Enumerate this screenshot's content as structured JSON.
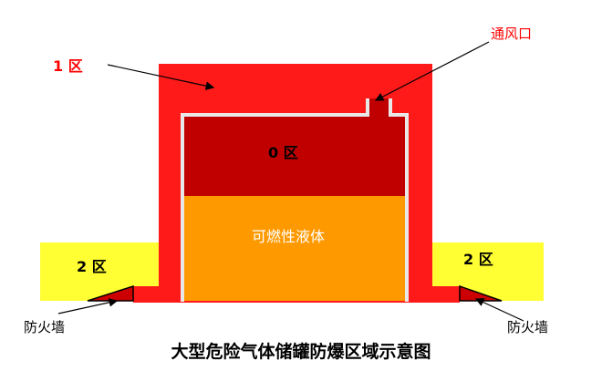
{
  "labels": {
    "zone1": "1 区",
    "zone0": "0 区",
    "zone2_left": "2 区",
    "zone2_right": "2 区",
    "vent": "通风口",
    "liquid": "可燃性液体",
    "firewall_left": "防火墙",
    "firewall_right": "防火墙"
  },
  "caption": "大型危险气体储罐防爆区域示意图",
  "colors": {
    "zone1": "#ff1a1a",
    "zone0": "#c00000",
    "zone2": "#ffff33",
    "liquid": "#ff9900",
    "tank_wall": "#e8e8e8",
    "firewall": "#cc0000",
    "zone1_label": "#ff0000",
    "label_dark": "#000000",
    "label_light": "#ffffff"
  }
}
